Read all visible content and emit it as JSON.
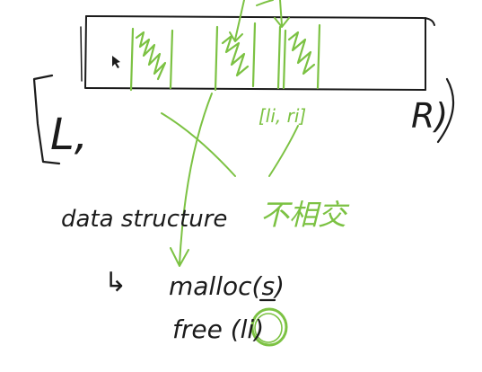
{
  "labels": {
    "left_bound": "L,",
    "right_bound": "R)",
    "interval": "[li, ri]",
    "data_structure": "data structure",
    "disjoint": "不相交",
    "arrow_glyph": "↳",
    "malloc": "malloc(s)",
    "free": "free (li)"
  },
  "colors": {
    "ink": "#1b1b1b",
    "highlight": "#7cc243",
    "background": "#ffffff"
  }
}
